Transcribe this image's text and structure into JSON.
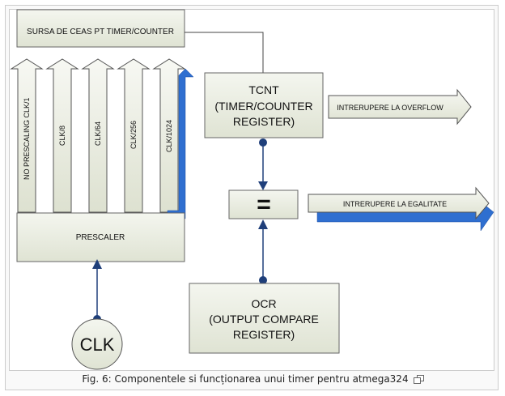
{
  "diagram": {
    "clock_source_label": "SURSA DE CEAS PT TIMER/COUNTER",
    "prescaler_outputs": [
      "NO PRESCALING CLK/1",
      "CLK/8",
      "CLK/64",
      "CLK/256",
      "CLK/1024"
    ],
    "prescaler_label": "PRESCALER",
    "clk_label": "CLK",
    "tcnt_lines": [
      "TCNT",
      "(TIMER/COUNTER",
      "REGISTER)"
    ],
    "compare_symbol": "=",
    "ocr_lines": [
      "OCR",
      "(OUTPUT COMPARE",
      "REGISTER)"
    ],
    "overflow_interrupt_label": "INTRERUPERE LA OVERFLOW",
    "equality_interrupt_label": "INTRERUPERE LA EGALITATE",
    "colors": {
      "box_fill_top": "#f4f6ef",
      "box_fill_bottom": "#dfe3d3",
      "stroke": "#666666",
      "accent_blue": "#2f6fd0",
      "dot": "#1f3f7a"
    }
  },
  "caption": {
    "text": "Fig. 6: Componentele si funcționarea unui timer pentru atmega324",
    "icon": "enlarge-icon"
  }
}
